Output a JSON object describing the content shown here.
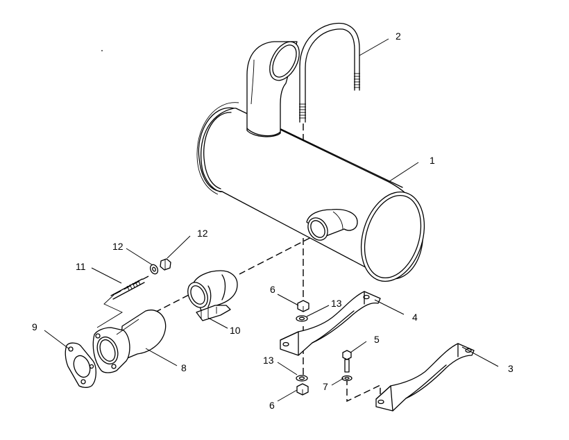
{
  "callouts": {
    "c1": "1",
    "c2": "2",
    "c3": "3",
    "c4": "4",
    "c5": "5",
    "c6a": "6",
    "c6b": "6",
    "c7": "7",
    "c8": "8",
    "c9": "9",
    "c10": "10",
    "c11": "11",
    "c12a": "12",
    "c12b": "12",
    "c13a": "13",
    "c13b": "13"
  }
}
